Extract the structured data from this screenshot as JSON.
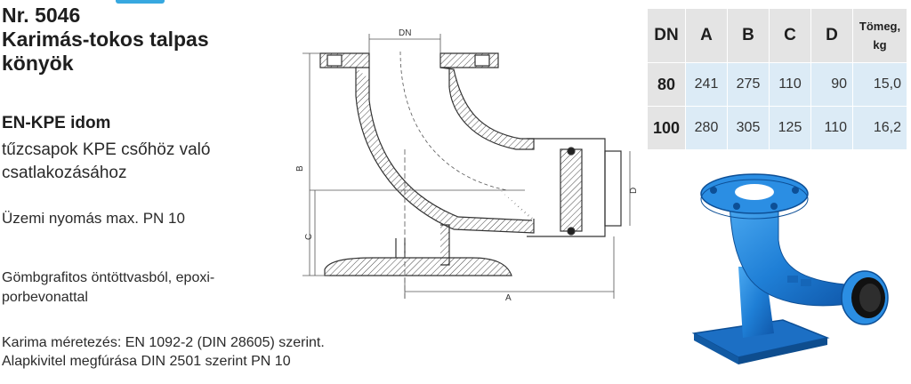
{
  "product": {
    "number": "Nr. 5046",
    "name_line1": "Karimás-tokos talpas",
    "name_line2": "könyök",
    "subtitle": "EN-KPE idom",
    "purpose_line1": "tűzcsapok KPE csőhöz való",
    "purpose_line2": "csatlakozásához",
    "pressure": "Üzemi nyomás max. PN 10",
    "material_line1": "Gömbgrafitos öntöttvasból, epoxi-",
    "material_line2": "porbevonattal",
    "note_line1": "Karima méretezés: EN 1092-2 (DIN 28605) szerint.",
    "note_line2": "Alapkivitel megfúrása DIN 2501 szerint PN 10"
  },
  "drawing": {
    "dim_dn": "DN",
    "dim_a": "A",
    "dim_b": "B",
    "dim_c": "C",
    "dim_d": "D"
  },
  "table": {
    "headers": [
      "DN",
      "A",
      "B",
      "C",
      "D"
    ],
    "weight_header_line1": "Tömeg,",
    "weight_header_line2": "kg",
    "rows": [
      {
        "dn": "80",
        "a": "241",
        "b": "275",
        "c": "110",
        "d": "90",
        "weight": "15,0"
      },
      {
        "dn": "100",
        "a": "280",
        "b": "305",
        "c": "125",
        "d": "110",
        "weight": "16,2"
      }
    ]
  },
  "colors": {
    "accent": "#37a8e0",
    "product_blue": "#1f7fd6",
    "table_header_bg": "#e4e4e4",
    "table_cell_bg": "#dcebf6"
  }
}
